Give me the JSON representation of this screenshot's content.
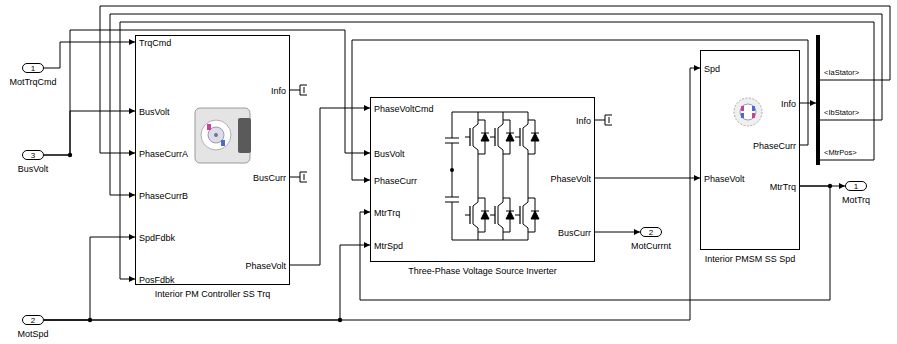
{
  "diagram": {
    "nodes": [
      {
        "text": [
          "1",
          "MotTrqCmd"
        ]
      },
      {
        "text": [
          "3",
          "BusVolt"
        ]
      },
      {
        "text": [
          "2",
          "MotSpd"
        ]
      },
      {
        "text": [
          "TrqCmd",
          "BusVolt",
          "PhaseCurrA",
          "PhaseCurrB",
          "SpdFdbk",
          "PosFdbk",
          "Info",
          "BusCurr",
          "PhaseVolt",
          "Interior PM Controller SS Trq"
        ]
      },
      {
        "text": [
          "PhaseVoltCmd",
          "BusVolt",
          "PhaseCurr",
          "MtrTrq",
          "MtrSpd",
          "Info",
          "PhaseVolt",
          "BusCurr",
          "Three-Phase Voltage Source Inverter"
        ]
      },
      {
        "text": [
          "Spd",
          "PhaseVolt",
          "Info",
          "PhaseCurr",
          "MtrTrq",
          "Interior PMSM SS Spd"
        ]
      },
      {
        "text": [
          "<IaStator>",
          "<IbStator>",
          "<MtrPos>"
        ]
      },
      {
        "text": [
          "2",
          "MotCurrnt"
        ]
      },
      {
        "text": [
          "1",
          "MotTrq"
        ]
      }
    ],
    "edges": [
      {
        "from": 0,
        "to": 3,
        "arrow": "to"
      },
      {
        "from": 1,
        "to": 3,
        "arrow": "to"
      },
      {
        "from": 1,
        "to": 4,
        "arrow": "to"
      },
      {
        "from": 2,
        "to": 3,
        "arrow": "to"
      },
      {
        "from": 2,
        "to": 4,
        "arrow": "to"
      },
      {
        "from": 2,
        "to": 5,
        "arrow": "to"
      },
      {
        "from": 3,
        "to": 4,
        "arrow": "to"
      },
      {
        "from": 4,
        "to": 5,
        "arrow": "to"
      },
      {
        "from": 4,
        "to": 7,
        "arrow": "to"
      },
      {
        "from": 5,
        "to": 4,
        "arrow": "to"
      },
      {
        "from": 5,
        "to": 8,
        "arrow": "to"
      },
      {
        "from": 5,
        "to": 4,
        "arrow": "to"
      },
      {
        "from": 5,
        "to": 6,
        "arrow": "to"
      },
      {
        "from": 6,
        "to": 3,
        "arrow": "to"
      },
      {
        "from": 6,
        "to": 3,
        "arrow": "to"
      },
      {
        "from": 6,
        "to": 3,
        "arrow": "to"
      }
    ]
  }
}
